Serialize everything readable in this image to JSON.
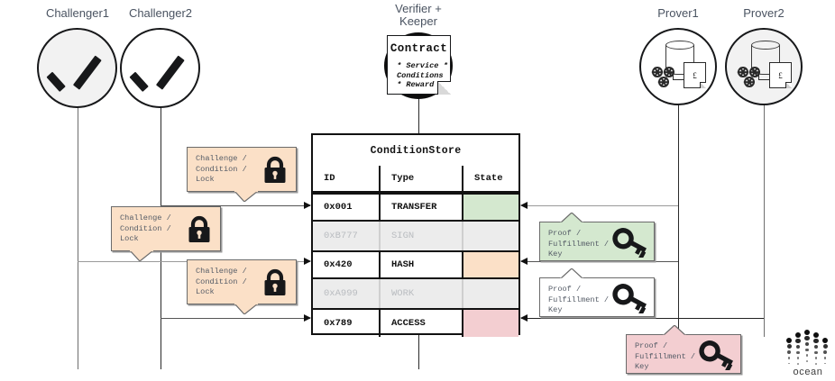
{
  "diagram": {
    "title": "ConditionStore sequence diagram",
    "colors": {
      "green": "#d4e8cf",
      "orange": "#fbe0c7",
      "pink": "#f3ced1",
      "white": "#ffffff",
      "dim_row": "#ececec",
      "dim_text": "#b9bcc0",
      "ink": "#111111",
      "label_text": "#4a5361"
    }
  },
  "actors": [
    {
      "id": "challenger1",
      "label": "Challenger1",
      "icon": "check-icon",
      "fill": "#f2f2f2"
    },
    {
      "id": "challenger2",
      "label": "Challenger2",
      "icon": "check-icon",
      "fill": "#ffffff"
    },
    {
      "id": "verifier",
      "label": "Verifier +\nKeeper",
      "icon": "contract-note-icon",
      "fill": "#0d0d0d"
    },
    {
      "id": "prover1",
      "label": "Prover1",
      "icon": "compute-storage-icon",
      "fill": "#ffffff"
    },
    {
      "id": "prover2",
      "label": "Prover2",
      "icon": "compute-storage-icon",
      "fill": "#f2f2f2"
    }
  ],
  "contract": {
    "title": "Contract",
    "items": "* Service\n* Conditions\n* Reward"
  },
  "condition_store": {
    "title": "ConditionStore",
    "columns": [
      "ID",
      "Type",
      "State"
    ],
    "rows": [
      {
        "id": "0x001",
        "type": "TRANSFER",
        "state_color": "#d4e8cf",
        "active": true
      },
      {
        "id": "0xB777",
        "type": "SIGN",
        "state_color": "",
        "active": false
      },
      {
        "id": "0x420",
        "type": "HASH",
        "state_color": "#fbe0c7",
        "active": true
      },
      {
        "id": "0xA999",
        "type": "WORK",
        "state_color": "",
        "active": false
      },
      {
        "id": "0x789",
        "type": "ACCESS",
        "state_color": "#f3ced1",
        "active": true
      }
    ]
  },
  "challenge_callouts": [
    {
      "text": "Challenge /\nCondition /\nLock",
      "icon": "lock-icon",
      "fill": "#fbe0c7"
    },
    {
      "text": "Challenge /\nCondition /\nLock",
      "icon": "lock-icon",
      "fill": "#fbe0c7"
    },
    {
      "text": "Challenge /\nCondition /\nLock",
      "icon": "lock-icon",
      "fill": "#fbe0c7"
    }
  ],
  "proof_callouts": [
    {
      "text": "Proof /\nFulfillment /\nKey",
      "icon": "key-icon",
      "fill": "#d4e8cf"
    },
    {
      "text": "Proof /\nFulfillment /\nKey",
      "icon": "key-icon",
      "fill": "#ffffff"
    },
    {
      "text": "Proof /\nFulfillment /\nKey",
      "icon": "key-icon",
      "fill": "#f3ced1"
    }
  ],
  "brand": {
    "name": "ocean",
    "logo": "ocean-dot-logo"
  }
}
